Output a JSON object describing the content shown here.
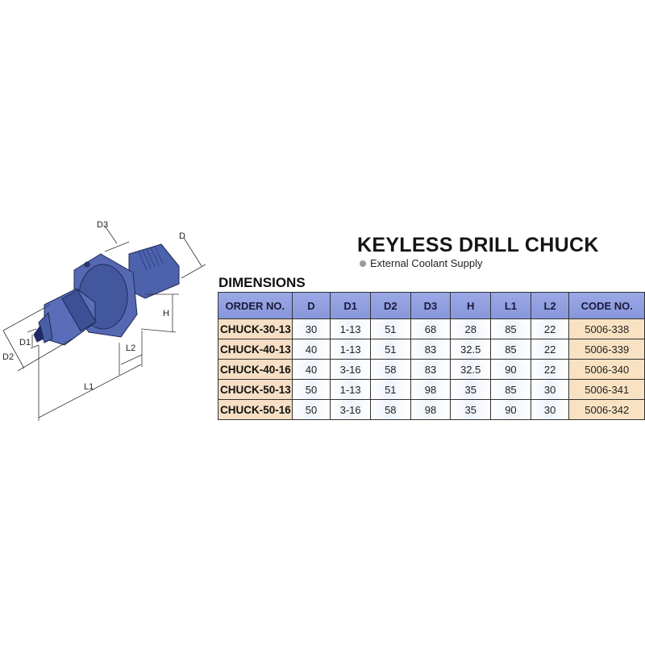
{
  "title": "KEYLESS DRILL CHUCK",
  "subtitle": "External Coolant Supply",
  "section_label": "DIMENSIONS",
  "drawing_labels": {
    "d3": "D3",
    "d": "D",
    "h": "H",
    "d1": "D1",
    "d2": "D2",
    "l2": "L2",
    "l1": "L1"
  },
  "colors": {
    "header": "#8f9ee0",
    "order_col": "#f6dfc4",
    "code_col": "#f8e2c2",
    "tool": "#4a5fa8"
  },
  "table": {
    "headers": [
      "ORDER NO.",
      "D",
      "D1",
      "D2",
      "D3",
      "H",
      "L1",
      "L2",
      "CODE NO."
    ],
    "rows": [
      [
        "CHUCK-30-13",
        "30",
        "1-13",
        "51",
        "68",
        "28",
        "85",
        "22",
        "5006-338"
      ],
      [
        "CHUCK-40-13",
        "40",
        "1-13",
        "51",
        "83",
        "32.5",
        "85",
        "22",
        "5006-339"
      ],
      [
        "CHUCK-40-16",
        "40",
        "3-16",
        "58",
        "83",
        "32.5",
        "90",
        "22",
        "5006-340"
      ],
      [
        "CHUCK-50-13",
        "50",
        "1-13",
        "51",
        "98",
        "35",
        "85",
        "30",
        "5006-341"
      ],
      [
        "CHUCK-50-16",
        "50",
        "3-16",
        "58",
        "98",
        "35",
        "90",
        "30",
        "5006-342"
      ]
    ]
  }
}
